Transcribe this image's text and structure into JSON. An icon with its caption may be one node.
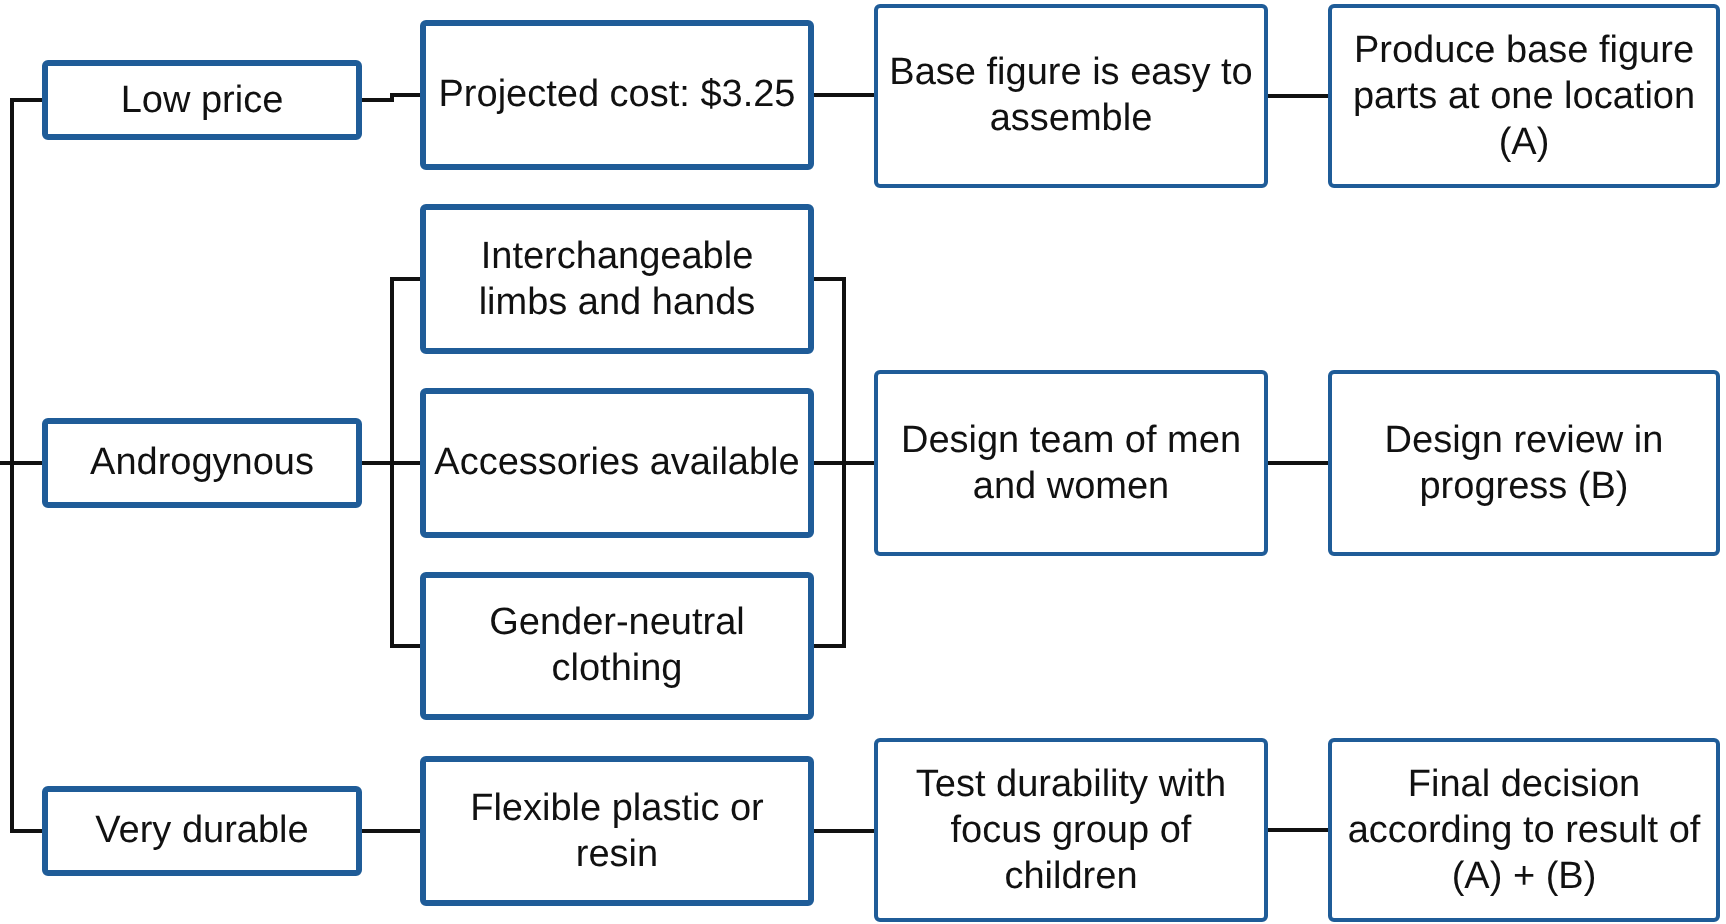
{
  "diagram": {
    "nodes": [
      {
        "text": [
          "Low price"
        ]
      },
      {
        "text": [
          "Projected cost: $3.25"
        ]
      },
      {
        "text": [
          "Base figure is easy to assemble"
        ]
      },
      {
        "text": [
          "Produce base figure parts at one location (A)"
        ]
      },
      {
        "text": [
          "Androgynous"
        ]
      },
      {
        "text": [
          "Interchangeable limbs and hands"
        ]
      },
      {
        "text": [
          "Accessories available"
        ]
      },
      {
        "text": [
          "Gender-neutral clothing"
        ]
      },
      {
        "text": [
          "Design team of men and women"
        ]
      },
      {
        "text": [
          "Design review in progress (B)"
        ]
      },
      {
        "text": [
          "Very durable"
        ]
      },
      {
        "text": [
          "Flexible plastic or resin"
        ]
      },
      {
        "text": [
          "Test durability with focus group of children"
        ]
      },
      {
        "text": [
          "Final decision according to result of (A) + (B)"
        ]
      }
    ],
    "edges": [
      {
        "from": null,
        "to": 0,
        "arrow": "none"
      },
      {
        "from": null,
        "to": 4,
        "arrow": "none"
      },
      {
        "from": null,
        "to": 10,
        "arrow": "none"
      },
      {
        "from": 0,
        "to": 1,
        "arrow": "none"
      },
      {
        "from": 1,
        "to": 2,
        "arrow": "none"
      },
      {
        "from": 2,
        "to": 3,
        "arrow": "none"
      },
      {
        "from": 4,
        "to": 5,
        "arrow": "none"
      },
      {
        "from": 4,
        "to": 6,
        "arrow": "none"
      },
      {
        "from": 4,
        "to": 7,
        "arrow": "none"
      },
      {
        "from": 5,
        "to": 8,
        "arrow": "none"
      },
      {
        "from": 6,
        "to": 8,
        "arrow": "none"
      },
      {
        "from": 7,
        "to": 8,
        "arrow": "none"
      },
      {
        "from": 8,
        "to": 9,
        "arrow": "none"
      },
      {
        "from": 10,
        "to": 11,
        "arrow": "none"
      },
      {
        "from": 11,
        "to": 12,
        "arrow": "none"
      },
      {
        "from": 12,
        "to": 13,
        "arrow": "none"
      }
    ]
  }
}
